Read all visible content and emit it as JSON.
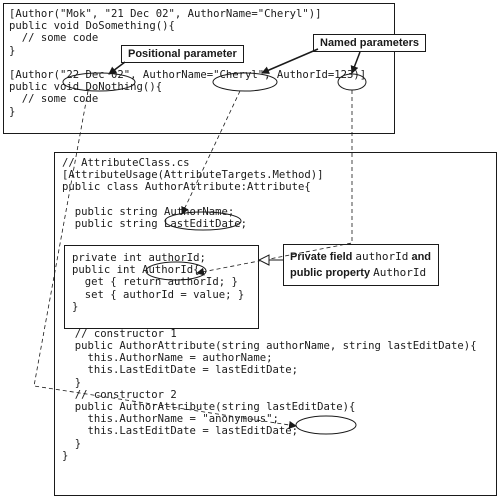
{
  "top_block": {
    "lines": [
      "[Author(\"Mok\", \"21 Dec 02\", AuthorName=\"Cheryl\")]",
      "public void DoSomething(){",
      "  // some code",
      "}",
      "",
      "[Author(\"22 Dec 02\", AuthorName=\"Cheryl\", AuthorId=123)]",
      "public void DoNothing(){",
      "  // some code",
      "}"
    ]
  },
  "class_block": {
    "lines": [
      "// AttributeClass.cs",
      "[AttributeUsage(AttributeTargets.Method)]",
      "public class AuthorAttribute:Attribute{",
      "",
      "  public string AuthorName;",
      "  public string LastEditDate;",
      "",
      "",
      "",
      "",
      "",
      "",
      "",
      "",
      "  // constructor 1",
      "  public AuthorAttribute(string authorName, string lastEditDate){",
      "    this.AuthorName = authorName;",
      "    this.LastEditDate = lastEditDate;",
      "  }",
      "  // constructor 2",
      "  public AuthorAttribute(string lastEditDate){",
      "    this.AuthorName = \"anonymous\";",
      "    this.LastEditDate = lastEditDate;",
      "  }",
      "}"
    ]
  },
  "inner_block": {
    "lines": [
      "private int authorId;",
      "public int AuthorId{",
      "  get { return authorId; }",
      "  set { authorId = value; }",
      "}"
    ]
  },
  "callouts": {
    "positional": "Positional parameter",
    "named": "Named parameters",
    "private_field_prefix": "Private field ",
    "private_field_code": "authorId",
    "private_field_mid": " and",
    "private_field_line2_prefix": "public property ",
    "private_field_line2_code": "AuthorId"
  }
}
